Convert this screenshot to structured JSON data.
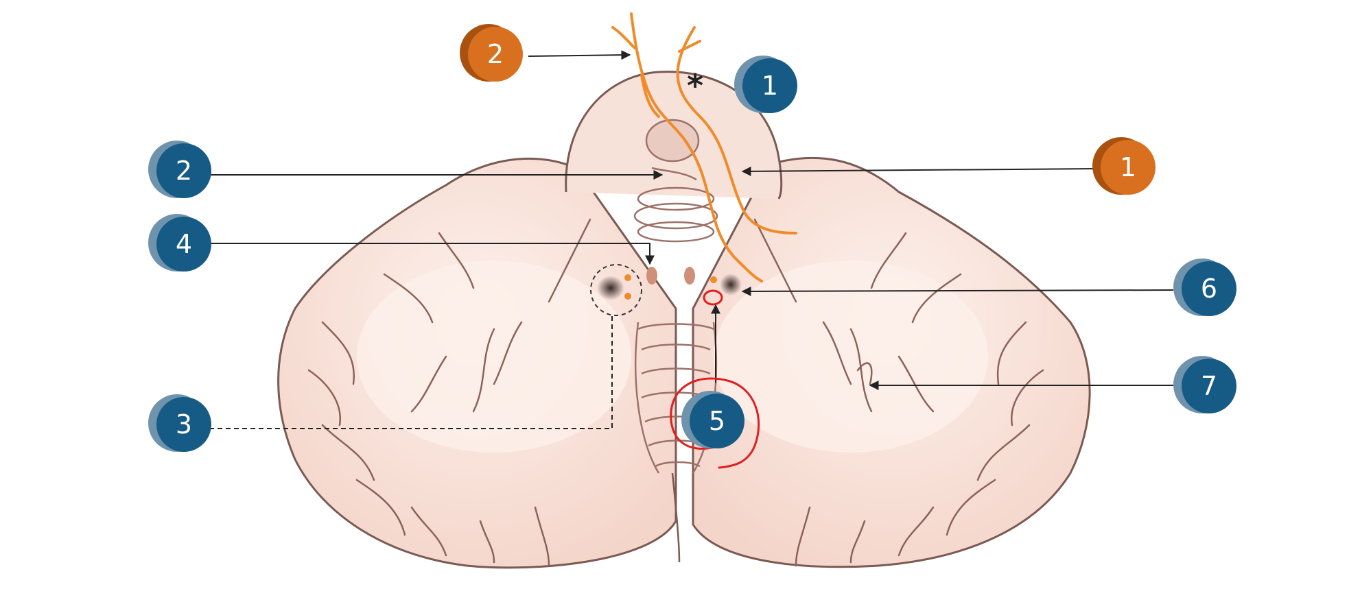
{
  "colors": {
    "blue_badge": "#155b85",
    "blue_badge_shadow": "#6f93ad",
    "orange_badge": "#d9701f",
    "orange_badge_shadow": "#a9520f",
    "tissue_fill": "#f6ddd4",
    "tissue_outline": "#7a5a52",
    "white_matter": "#fbeee8",
    "nerve_orange": "#f08b2a",
    "annotation_red": "#e21e1e",
    "leader_line": "#222222"
  },
  "labels": {
    "blue": [
      {
        "id": "b1",
        "text": "1"
      },
      {
        "id": "b2",
        "text": "2"
      },
      {
        "id": "b3",
        "text": "3"
      },
      {
        "id": "b4",
        "text": "4"
      },
      {
        "id": "b5",
        "text": "5"
      },
      {
        "id": "b6",
        "text": "6"
      },
      {
        "id": "b7",
        "text": "7"
      }
    ],
    "orange": [
      {
        "id": "o1",
        "text": "1"
      },
      {
        "id": "o2",
        "text": "2"
      }
    ],
    "asterisk": "*"
  },
  "icons": {
    "badge": "numbered-circle-icon",
    "arrow": "arrowhead-icon"
  }
}
